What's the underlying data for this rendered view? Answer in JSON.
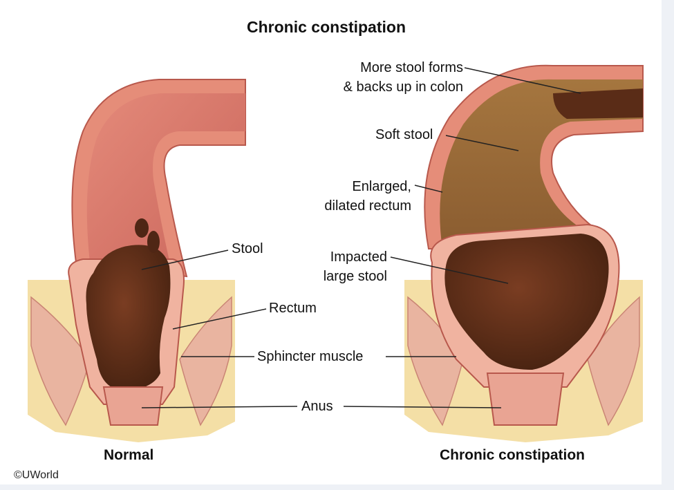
{
  "title": "Chronic constipation",
  "labels": {
    "more_stool": "More stool forms\n& backs up in colon",
    "soft_stool": "Soft stool",
    "enlarged": "Enlarged,\ndilated rectum",
    "stool": "Stool",
    "impacted": "Impacted\nlarge stool",
    "rectum": "Rectum",
    "sphincter": "Sphincter muscle",
    "anus": "Anus"
  },
  "captions": {
    "normal": "Normal",
    "chronic": "Chronic constipation"
  },
  "copyright": "©UWorld",
  "colors": {
    "fat": "#f4dfa6",
    "muscle": "#e7a28e",
    "wall_outer": "#e58d79",
    "wall_inner": "#f6c7b4",
    "lumen_pink": "#d9776a",
    "stool_dark": "#4f2615",
    "stool_soft": "#9a6a3a",
    "leader_line": "#222222"
  }
}
